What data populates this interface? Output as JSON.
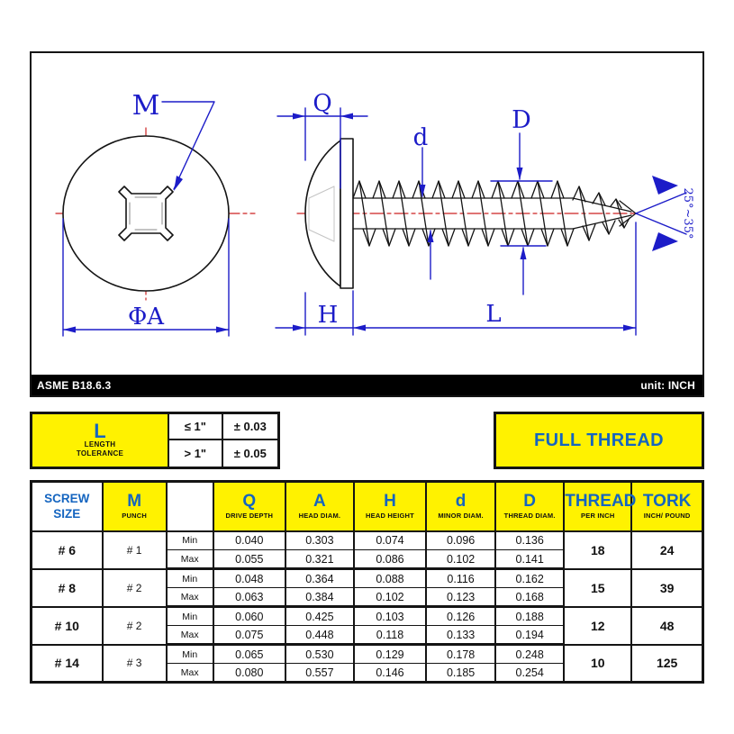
{
  "drawing": {
    "labels": {
      "m": "M",
      "q": "Q",
      "minor_diam": "d",
      "thread_diam": "D",
      "head_height": "H",
      "length": "L",
      "head_diam": "ΦA",
      "point_angle": "25°~35°"
    },
    "footer": {
      "standard": "ASME B18.6.3",
      "unit": "unit: INCH"
    }
  },
  "tolerance": {
    "symbol": "L",
    "caption_line1": "LENGTH",
    "caption_line2": "TOLERANCE",
    "rows": [
      {
        "condition": "≤ 1\"",
        "value": "± 0.03"
      },
      {
        "condition": "> 1\"",
        "value": "± 0.05"
      }
    ]
  },
  "banner": {
    "full_thread": "FULL THREAD"
  },
  "spec_table": {
    "row_labels": {
      "min": "Min",
      "max": "Max"
    },
    "headers": [
      {
        "line1": "SCREW",
        "line2": "SIZE"
      },
      {
        "symbol": "M",
        "caption": "PUNCH"
      },
      {
        "symbol": "",
        "caption": ""
      },
      {
        "symbol": "Q",
        "caption": "DRIVE DEPTH"
      },
      {
        "symbol": "A",
        "caption": "HEAD DIAM."
      },
      {
        "symbol": "H",
        "caption": "HEAD HEIGHT"
      },
      {
        "symbol": "d",
        "caption": "MINOR DIAM."
      },
      {
        "symbol": "D",
        "caption": "THREAD DIAM."
      },
      {
        "symbol": "THREAD",
        "caption": "PER INCH"
      },
      {
        "symbol": "TORK",
        "caption": "INCH/ POUND"
      }
    ],
    "groups": [
      {
        "size": "# 6",
        "punch": "# 1",
        "min": [
          "0.040",
          "0.303",
          "0.074",
          "0.096",
          "0.136"
        ],
        "max": [
          "0.055",
          "0.321",
          "0.086",
          "0.102",
          "0.141"
        ],
        "thread_per_inch": "18",
        "tork": "24"
      },
      {
        "size": "# 8",
        "punch": "# 2",
        "min": [
          "0.048",
          "0.364",
          "0.088",
          "0.116",
          "0.162"
        ],
        "max": [
          "0.063",
          "0.384",
          "0.102",
          "0.123",
          "0.168"
        ],
        "thread_per_inch": "15",
        "tork": "39"
      },
      {
        "size": "# 10",
        "punch": "# 2",
        "min": [
          "0.060",
          "0.425",
          "0.103",
          "0.126",
          "0.188"
        ],
        "max": [
          "0.075",
          "0.448",
          "0.118",
          "0.133",
          "0.194"
        ],
        "thread_per_inch": "12",
        "tork": "48"
      },
      {
        "size": "# 14",
        "punch": "# 3",
        "min": [
          "0.065",
          "0.530",
          "0.129",
          "0.178",
          "0.248"
        ],
        "max": [
          "0.080",
          "0.557",
          "0.146",
          "0.185",
          "0.254"
        ],
        "thread_per_inch": "10",
        "tork": "125"
      }
    ]
  },
  "colors": {
    "accent_blue": "#1565c0",
    "drawing_blue": "#1c1cc8",
    "highlight_yellow": "#FFF200",
    "centerline_red": "#cc2222"
  }
}
